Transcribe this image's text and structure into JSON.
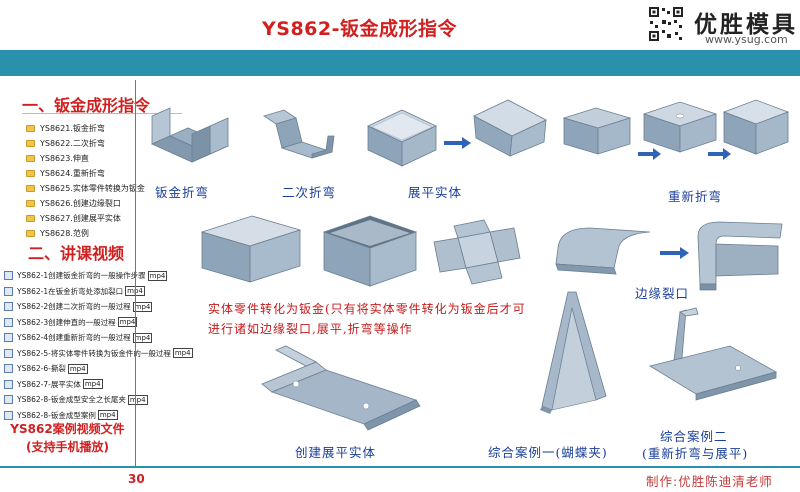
{
  "header": {
    "title": "YS862-钣金成形指令",
    "brand_name": "优胜模具",
    "brand_url": "www.ysug.com"
  },
  "left_panel": {
    "section1_title": "一、钣金成形指令",
    "folders": [
      {
        "label": "YS8621.钣金折弯"
      },
      {
        "label": "YS8622.二次折弯"
      },
      {
        "label": "YS8623.伸直"
      },
      {
        "label": "YS8624.重新折弯"
      },
      {
        "label": "YS8625.实体零件转换为钣金"
      },
      {
        "label": "YS8626.创建边缘裂口"
      },
      {
        "label": "YS8627.创建展平实体"
      },
      {
        "label": "YS8628.范例"
      }
    ],
    "section2_title": "二、讲课视频",
    "videos": [
      {
        "label": "YS862-1创建钣金折弯的一般操作步骤",
        "ext": "mp4"
      },
      {
        "label": "YS862-1在钣金折弯处添加裂口",
        "ext": "mp4"
      },
      {
        "label": "YS862-2创建二次折弯的一般过程",
        "ext": "mp4"
      },
      {
        "label": "YS862-3创建伸直的一般过程",
        "ext": "mp4"
      },
      {
        "label": "YS862-4创建重新折弯的一般过程",
        "ext": "mp4"
      },
      {
        "label": "YS862-5-将实体零件转换为钣金件的一般过程",
        "ext": "mp4"
      },
      {
        "label": "YS862-6-撕裂",
        "ext": "mp4"
      },
      {
        "label": "YS862-7-展平实体",
        "ext": "mp4"
      },
      {
        "label": "YS862-8-钣金成型安全之长尾夹",
        "ext": "mp4"
      },
      {
        "label": "YS862-8-钣金成型案例",
        "ext": "mp4"
      }
    ],
    "video_file_note": "YS862案例视频文件",
    "video_file_sub": "(支持手机播放)"
  },
  "captions": {
    "sheet_bend": "钣金折弯",
    "second_bend": "二次折弯",
    "flatten_solid": "展平实体",
    "rebend": "重新折弯",
    "edge_rip": "边缘裂口",
    "create_flat_solid": "创建展平实体",
    "case1": "综合案例一(蝴蝶夹)",
    "case2_line1": "综合案例二",
    "case2_line2": "(重新折弯与展平)"
  },
  "description": "实体零件转化为钣金(只有将实体零件转化为钣金后才可进行诸如边缘裂口,展平,折弯等操作",
  "footer": {
    "page_number": "30",
    "author": "制作:优胜陈迪清老师"
  },
  "colors": {
    "accent_bar": "#2a91ad",
    "title_red": "#d21f1f",
    "caption_blue": "#1a3f9a",
    "arrow_blue": "#2f63b8",
    "metal": "#8fa3b8"
  },
  "icons": {
    "folder": "folder-icon",
    "video": "video-file-icon",
    "arrow": "arrow-right-icon"
  }
}
